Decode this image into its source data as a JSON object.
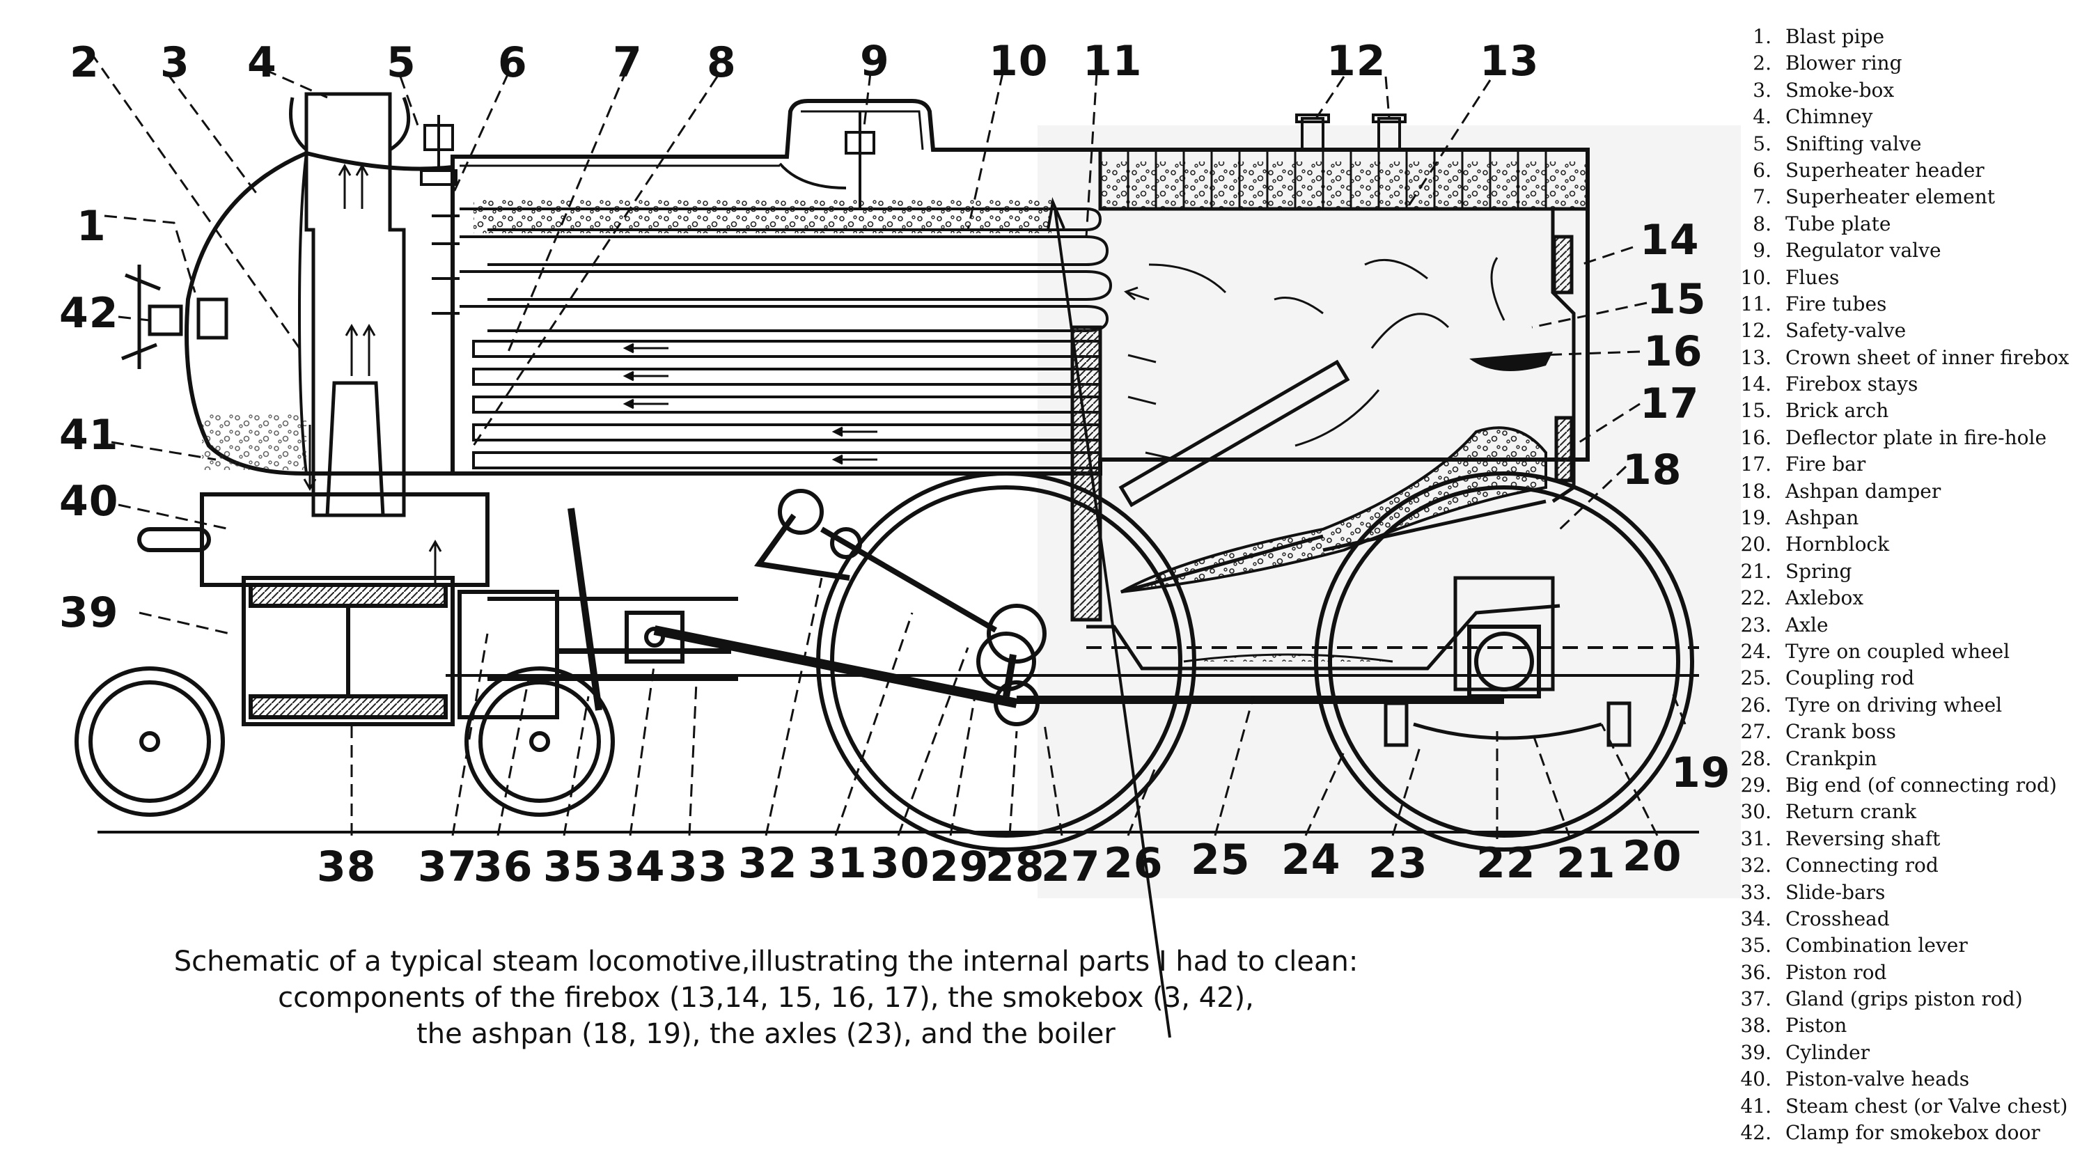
{
  "callout_labels": [
    "1",
    "2",
    "3",
    "4",
    "5",
    "6",
    "7",
    "8",
    "9",
    "10",
    "11",
    "12",
    "13",
    "14",
    "15",
    "16",
    "17",
    "18",
    "19",
    "20",
    "21",
    "22",
    "23",
    "24",
    "25",
    "26",
    "27",
    "28",
    "29",
    "30",
    "31",
    "32",
    "33",
    "34",
    "35",
    "36",
    "37",
    "38",
    "39",
    "40",
    "41",
    "42"
  ],
  "caption": {
    "line1": "Schematic of a typical steam locomotive,illustrating the internal parts I had to clean:",
    "line2": "ccomponents of the firebox (13,14, 15, 16, 17), the smokebox (3, 42),",
    "line3": "the ashpan (18, 19), the axles (23), and the boiler"
  },
  "legend": [
    {
      "num": "1.",
      "label": "Blast pipe"
    },
    {
      "num": "2.",
      "label": "Blower ring"
    },
    {
      "num": "3.",
      "label": "Smoke-box"
    },
    {
      "num": "4.",
      "label": "Chimney"
    },
    {
      "num": "5.",
      "label": "Snifting valve"
    },
    {
      "num": "6.",
      "label": "Superheater header"
    },
    {
      "num": "7.",
      "label": "Superheater element"
    },
    {
      "num": "8.",
      "label": "Tube plate"
    },
    {
      "num": "9.",
      "label": "Regulator valve"
    },
    {
      "num": "10.",
      "label": "Flues"
    },
    {
      "num": "11.",
      "label": "Fire tubes"
    },
    {
      "num": "12.",
      "label": "Safety-valve"
    },
    {
      "num": "13.",
      "label": "Crown sheet of inner firebox"
    },
    {
      "num": "14.",
      "label": "Firebox stays"
    },
    {
      "num": "15.",
      "label": "Brick arch"
    },
    {
      "num": "16.",
      "label": "Deflector plate in fire-hole"
    },
    {
      "num": "17.",
      "label": "Fire bar"
    },
    {
      "num": "18.",
      "label": "Ashpan damper"
    },
    {
      "num": "19.",
      "label": "Ashpan"
    },
    {
      "num": "20.",
      "label": "Hornblock"
    },
    {
      "num": "21.",
      "label": "Spring"
    },
    {
      "num": "22.",
      "label": "Axlebox"
    },
    {
      "num": "23.",
      "label": "Axle"
    },
    {
      "num": "24.",
      "label": "Tyre on coupled wheel"
    },
    {
      "num": "25.",
      "label": "Coupling rod"
    },
    {
      "num": "26.",
      "label": "Tyre on driving wheel"
    },
    {
      "num": "27.",
      "label": "Crank boss"
    },
    {
      "num": "28.",
      "label": "Crankpin"
    },
    {
      "num": "29.",
      "label": "Big end (of connecting rod)"
    },
    {
      "num": "30.",
      "label": "Return crank"
    },
    {
      "num": "31.",
      "label": "Reversing shaft"
    },
    {
      "num": "32.",
      "label": "Connecting rod"
    },
    {
      "num": "33.",
      "label": "Slide-bars"
    },
    {
      "num": "34.",
      "label": "Crosshead"
    },
    {
      "num": "35.",
      "label": "Combination lever"
    },
    {
      "num": "36.",
      "label": "Piston rod"
    },
    {
      "num": "37.",
      "label": "Gland (grips piston rod)"
    },
    {
      "num": "38.",
      "label": "Piston"
    },
    {
      "num": "39.",
      "label": "Cylinder"
    },
    {
      "num": "40.",
      "label": "Piston-valve heads"
    },
    {
      "num": "41.",
      "label": "Steam chest (or Valve chest)"
    },
    {
      "num": "42.",
      "label": "Clamp for smokebox door"
    }
  ],
  "colors": {
    "ink": "#111111",
    "scan_shade": "#f2f2f2"
  }
}
